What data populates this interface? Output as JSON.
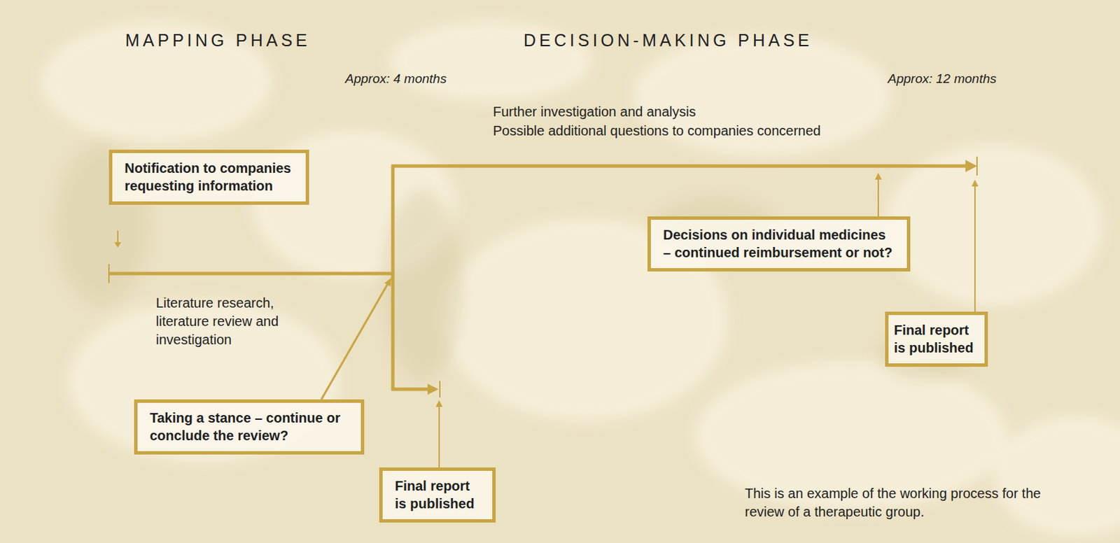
{
  "diagram": {
    "nodes": [
      {
        "text": [
          "Notification to companies requesting information"
        ]
      },
      {
        "text": [
          "Taking a stance – continue or conclude the review?"
        ]
      },
      {
        "text": [
          "Final report is published"
        ]
      },
      {
        "text": [
          "Decisions on individual medicines – continued reimbursement or not?"
        ]
      },
      {
        "text": [
          "Final report is published"
        ]
      }
    ],
    "labels": [
      "MAPPING PHASE",
      "DECISION-MAKING PHASE",
      "Approx: 4 months",
      "Approx: 12 months",
      "Further investigation and analysis",
      "Possible additional questions to companies concerned",
      "Literature research, literature review and investigation",
      "This is an example of the working process for the review of a therapeutic group."
    ]
  }
}
